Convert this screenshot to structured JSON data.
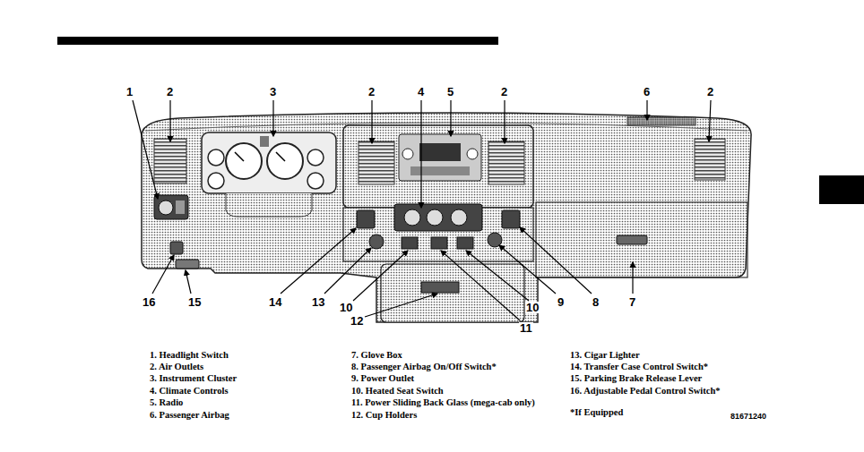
{
  "diagram": {
    "labels": [
      "1",
      "2",
      "3",
      "2",
      "4",
      "5",
      "2",
      "6",
      "2",
      "16",
      "15",
      "14",
      "13",
      "10",
      "12",
      "11",
      "10",
      "9",
      "8",
      "7",
      "1. Headlight Switch",
      "2. Air Outlets",
      "3. Instrument Cluster",
      "4. Climate Controls",
      "5. Radio",
      "6. Passenger Airbag",
      "7. Glove Box",
      "8. Passenger Airbag On/Off Switch*",
      "9. Power Outlet",
      "10. Heated Seat Switch",
      "11. Power Sliding Back Glass (mega-cab only)",
      "12. Cup Holders",
      "13. Cigar Lighter",
      "14. Transfer Case Control Switch*",
      "15. Parking Brake Release Lever",
      "16. Adjustable Pedal Control Switch*",
      "*If Equipped",
      "81671240"
    ]
  }
}
